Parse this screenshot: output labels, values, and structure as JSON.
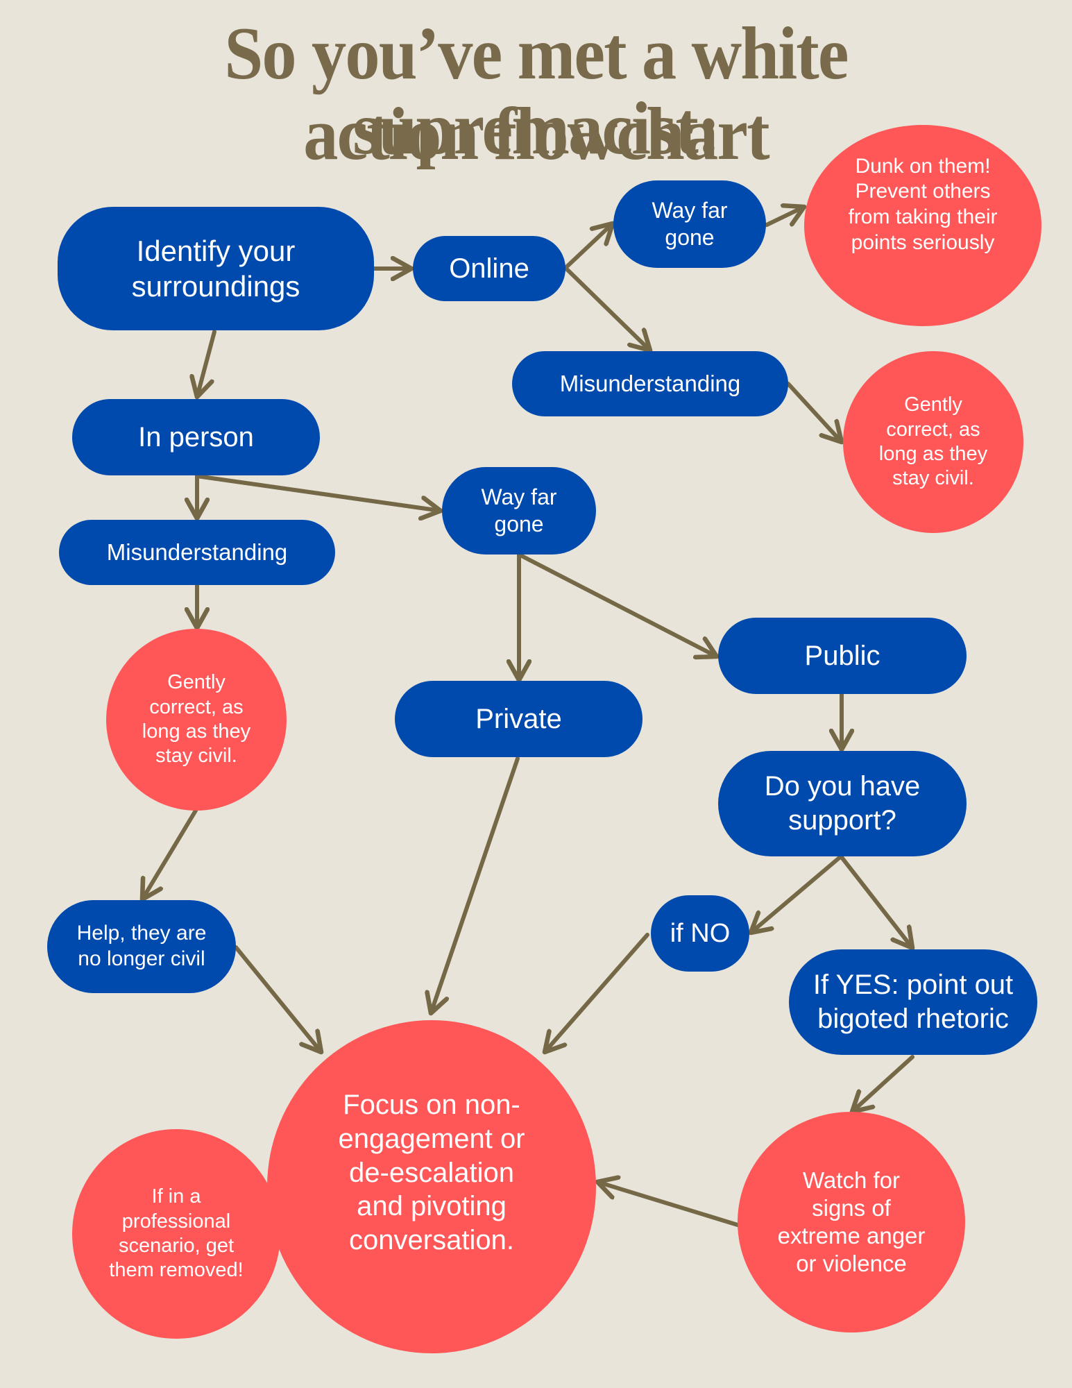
{
  "title": {
    "line1": "So you’ve met a white supremacist:",
    "line2": "action flowchart"
  },
  "colors": {
    "background": "#e8e4da",
    "title": "#786a4a",
    "decision_node": "#004aad",
    "action_node": "#ff5757",
    "arrow": "#756847",
    "node_text": "#ffffff"
  },
  "nodes": {
    "identify": "Identify your\nsurroundings",
    "online": "Online",
    "online_way_far_gone": "Way far\ngone",
    "dunk": "Dunk on them!\nPrevent others\nfrom taking their\npoints seriously",
    "online_misunderstanding": "Misunderstanding",
    "online_gently_correct": "Gently\ncorrect, as\nlong as they\nstay civil.",
    "in_person": "In person",
    "inperson_misunderstanding": "Misunderstanding",
    "inperson_way_far_gone": "Way far\ngone",
    "inperson_gently_correct": "Gently\ncorrect, as\nlong as they\nstay civil.",
    "private": "Private",
    "public": "Public",
    "support_question": "Do you have\nsupport?",
    "no_longer_civil": "Help, they are\nno longer civil",
    "if_no": "if NO",
    "if_yes": "If YES: point out\nbigoted rhetoric",
    "focus": "Focus on non-\nengagement or\nde-escalation\nand pivoting\nconversation.",
    "professional": "If in a\nprofessional\nscenario, get\nthem removed!",
    "watch": "Watch for\nsigns of\nextreme anger\nor violence"
  },
  "edges": [
    {
      "from": "identify",
      "to": "online"
    },
    {
      "from": "identify",
      "to": "in_person"
    },
    {
      "from": "online",
      "to": "online_way_far_gone"
    },
    {
      "from": "online",
      "to": "online_misunderstanding"
    },
    {
      "from": "online_way_far_gone",
      "to": "dunk"
    },
    {
      "from": "online_misunderstanding",
      "to": "online_gently_correct"
    },
    {
      "from": "in_person",
      "to": "inperson_misunderstanding"
    },
    {
      "from": "in_person",
      "to": "inperson_way_far_gone"
    },
    {
      "from": "inperson_misunderstanding",
      "to": "inperson_gently_correct"
    },
    {
      "from": "inperson_way_far_gone",
      "to": "private"
    },
    {
      "from": "inperson_way_far_gone",
      "to": "public"
    },
    {
      "from": "inperson_gently_correct",
      "to": "no_longer_civil"
    },
    {
      "from": "public",
      "to": "support_question"
    },
    {
      "from": "support_question",
      "to": "if_no"
    },
    {
      "from": "support_question",
      "to": "if_yes"
    },
    {
      "from": "if_yes",
      "to": "watch"
    },
    {
      "from": "no_longer_civil",
      "to": "focus"
    },
    {
      "from": "private",
      "to": "focus"
    },
    {
      "from": "if_no",
      "to": "focus"
    },
    {
      "from": "watch",
      "to": "focus"
    }
  ]
}
